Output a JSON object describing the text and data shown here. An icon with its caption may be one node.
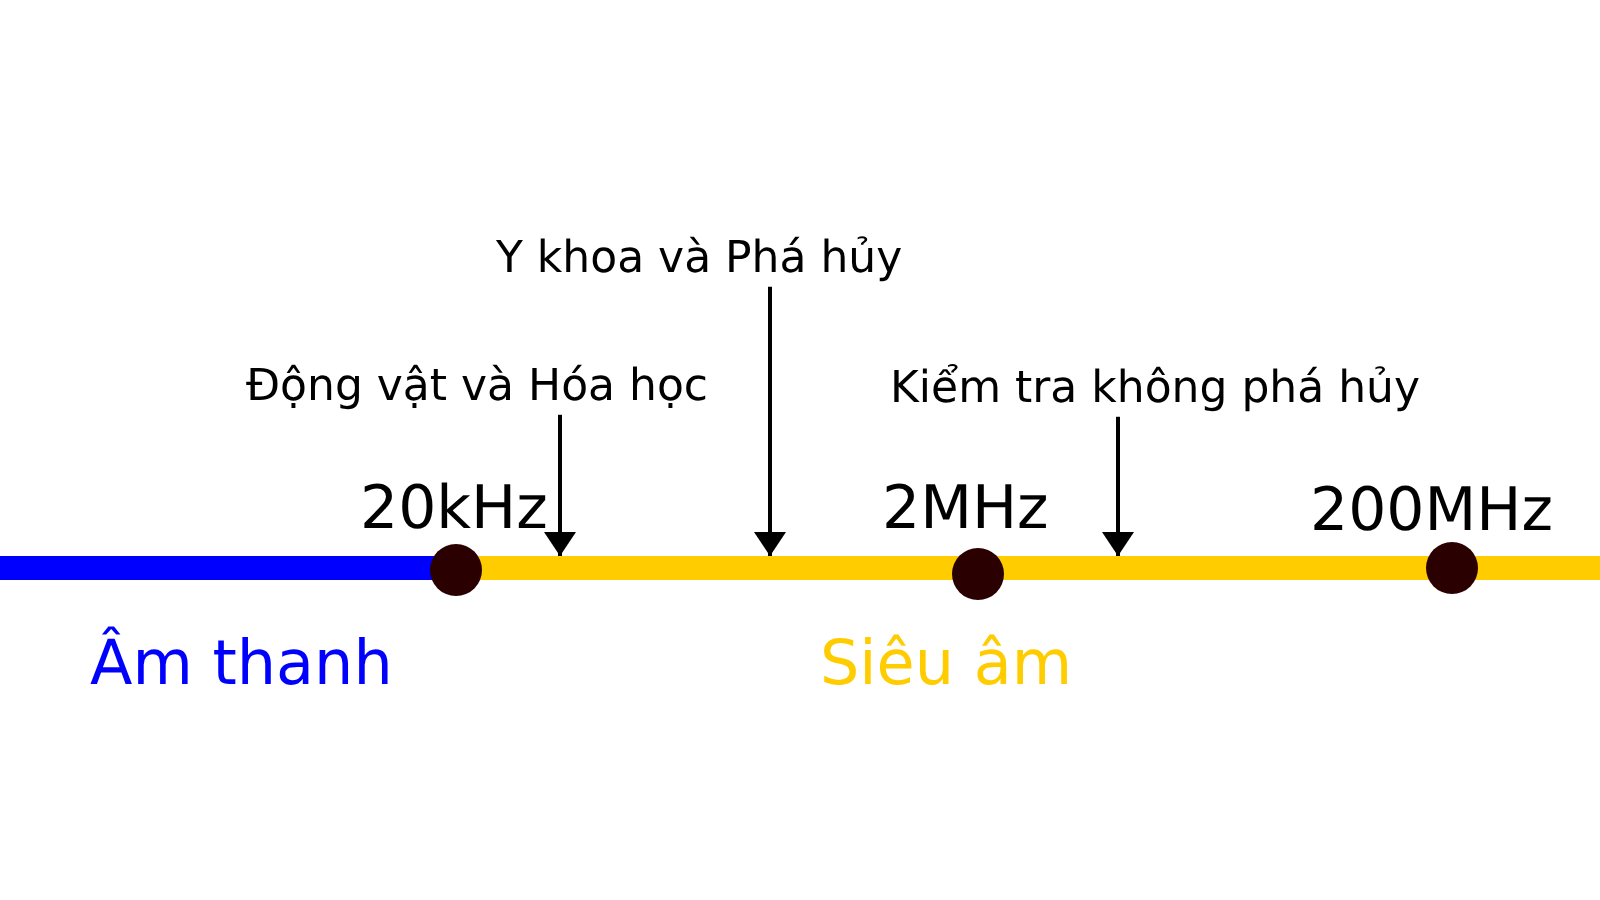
{
  "diagram": {
    "nodes": [
      {
        "text": [
          "Y khoa và Phá hủy"
        ]
      },
      {
        "text": [
          "Động vật và Hóa học"
        ]
      },
      {
        "text": [
          "Kiểm tra không phá hủy"
        ]
      },
      {
        "text": [
          "Âm thanh"
        ]
      },
      {
        "text": [
          "Siêu âm"
        ]
      }
    ],
    "edges": [
      {
        "from": 0,
        "to": 4,
        "arrow": "to"
      },
      {
        "from": 1,
        "to": 4,
        "arrow": "to"
      },
      {
        "from": 2,
        "to": 4,
        "arrow": "to"
      }
    ],
    "labels": [
      "20kHz",
      "2MHz",
      "200MHz"
    ]
  }
}
